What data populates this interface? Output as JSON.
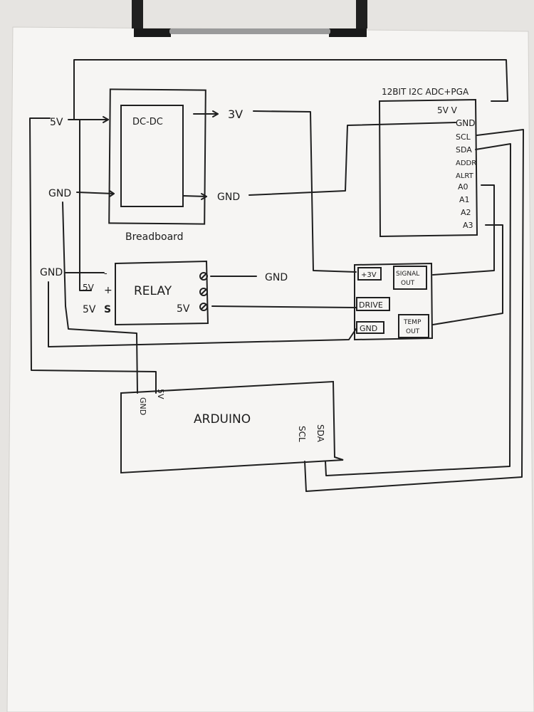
{
  "diagram": {
    "breadboard": {
      "label": "Breadboard",
      "inner_label": "DC-DC"
    },
    "left_labels": {
      "in_5v": "5V",
      "in_gnd": "GND",
      "gnd2": "GND",
      "relay_5v_plus": "5V",
      "relay_5v_s": "5V"
    },
    "dcdc_outputs": {
      "out_3v": "3V",
      "out_gnd": "GND"
    },
    "relay": {
      "label": "RELAY",
      "pin_minus": "-",
      "pin_plus": "+",
      "pin_s": "S",
      "pin_5v_right": "5V",
      "gnd_out": "GND"
    },
    "adc": {
      "label": "12BIT I2C ADC+PGA",
      "pins": [
        "5V  V",
        "GND",
        "SCL",
        "SDA",
        "ADDR",
        "ALRT",
        "A0",
        "A1",
        "A2",
        "A3"
      ]
    },
    "sensor": {
      "pin_3v": "+3V",
      "pin_signal": [
        "SIGNAL",
        "OUT"
      ],
      "pin_drive": "DRIVE",
      "pin_gnd": "GND",
      "pin_temp": [
        "TEMP",
        "OUT"
      ]
    },
    "arduino": {
      "label": "ARDUINO",
      "pin_gnd": "GND",
      "pin_5v": "5V",
      "pin_sda": "SDA",
      "pin_scl": "SCL"
    }
  }
}
